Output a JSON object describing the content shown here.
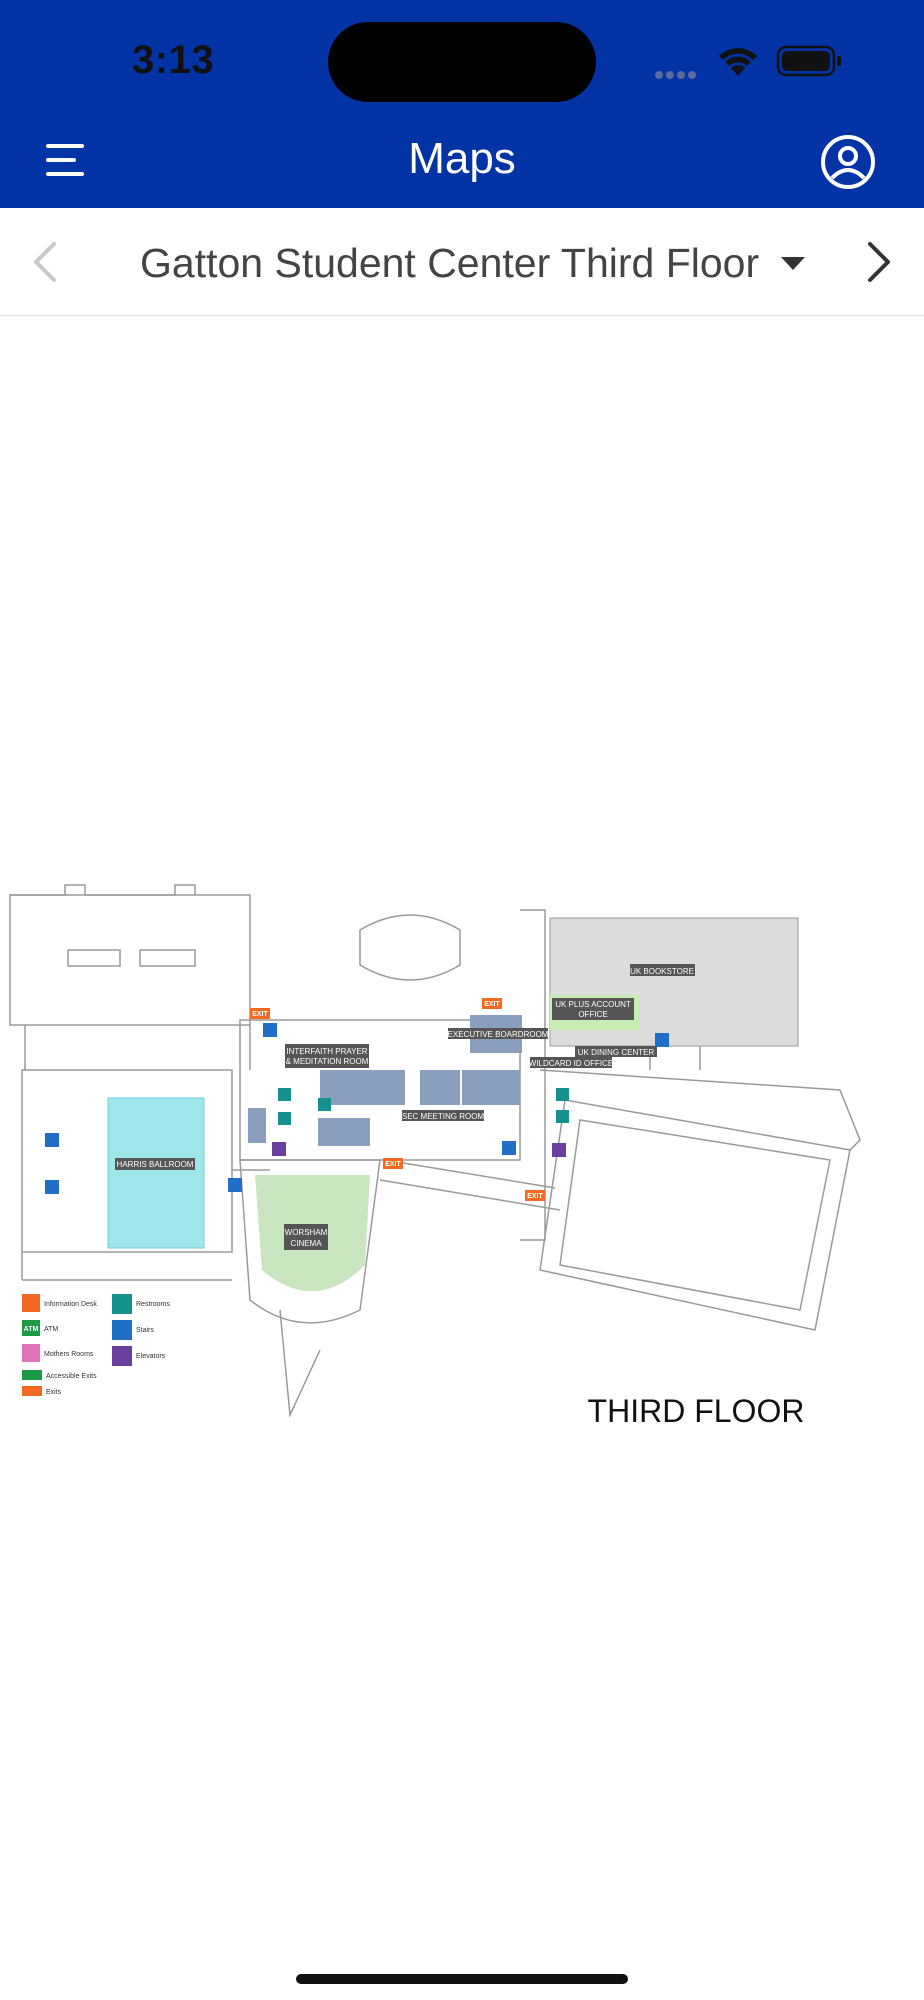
{
  "status_bar": {
    "time": "3:13"
  },
  "header": {
    "title": "Maps"
  },
  "floor_nav": {
    "selected_floor": "Gatton Student Center Third Floor"
  },
  "map": {
    "floor_title": "THIRD FLOOR",
    "rooms": {
      "uk_bookstore": "UK BOOKSTORE",
      "uk_plus_1": "UK PLUS ACCOUNT",
      "uk_plus_2": "OFFICE",
      "executive_boardroom": "EXECUTIVE BOARDROOM",
      "interfaith_1": "INTERFAITH PRAYER",
      "interfaith_2": "& MEDITATION ROOM",
      "wildcard": "WILDCARD ID OFFICE",
      "uk_dining": "UK DINING CENTER",
      "sec_meeting": "SEC MEETING ROOM",
      "harris": "HARRIS BALLROOM",
      "worsham_1": "WORSHAM",
      "worsham_2": "CINEMA"
    },
    "exit_label": "EXIT",
    "legend": {
      "information_desk": "Information Desk",
      "atm_icon_text": "ATM",
      "atm": "ATM",
      "mothers_rooms": "Mothers Rooms",
      "accessible_exits": "Accessible Exits",
      "exits": "Exits",
      "restrooms": "Restrooms",
      "stairs": "Stairs",
      "elevators": "Elevators"
    },
    "colors": {
      "bookstore": "#dcdcdc",
      "uk_plus": "#c7ecb4",
      "meeting_rooms": "#8a9fbd",
      "ballroom": "#9fe6ea",
      "cinema": "#c9e6c0",
      "exit": "#f26a21",
      "stairs": "#1f6fc7",
      "restrooms": "#15918f",
      "elevators": "#6b3fa0",
      "atm": "#1c9a44",
      "mothers_rooms": "#e273b8"
    }
  }
}
